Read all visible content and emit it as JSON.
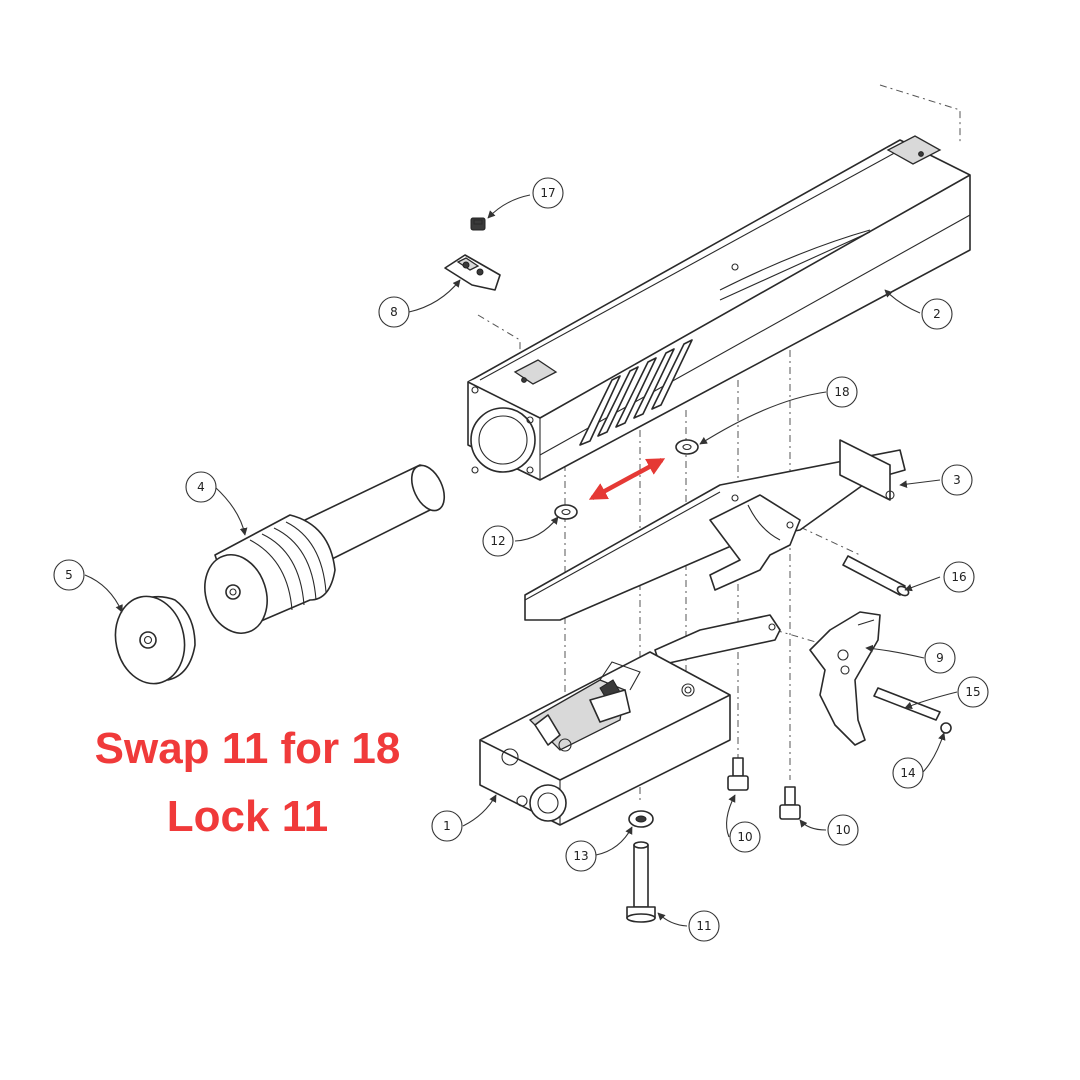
{
  "diagram": {
    "callouts": [
      {
        "id": "1",
        "label": "1"
      },
      {
        "id": "2",
        "label": "2"
      },
      {
        "id": "3",
        "label": "3"
      },
      {
        "id": "4",
        "label": "4"
      },
      {
        "id": "5",
        "label": "5"
      },
      {
        "id": "8",
        "label": "8"
      },
      {
        "id": "9",
        "label": "9"
      },
      {
        "id": "10a",
        "label": "10"
      },
      {
        "id": "10b",
        "label": "10"
      },
      {
        "id": "11",
        "label": "11"
      },
      {
        "id": "12",
        "label": "12"
      },
      {
        "id": "13",
        "label": "13"
      },
      {
        "id": "14",
        "label": "14"
      },
      {
        "id": "15",
        "label": "15"
      },
      {
        "id": "16",
        "label": "16"
      },
      {
        "id": "17",
        "label": "17"
      },
      {
        "id": "18",
        "label": "18"
      }
    ],
    "swap_arrow_color": "#e53935"
  },
  "annotation": {
    "line1": "Swap 11 for 18",
    "line2": "Lock 11",
    "color": "#f03a3a"
  }
}
